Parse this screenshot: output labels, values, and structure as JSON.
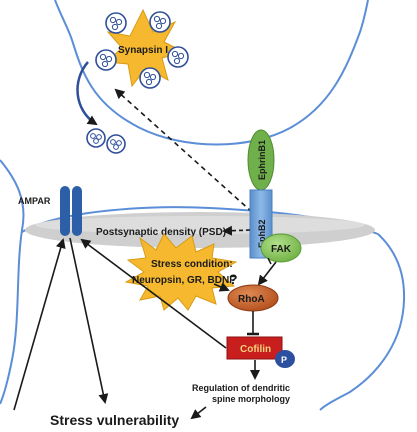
{
  "labels": {
    "synapsin": "Synapsin I",
    "ephrin": "EphrinB1",
    "ephb2": "EphB2",
    "ampar": "AMPAR",
    "psd": "Postsynaptic density (PSD)",
    "fak": "FAK",
    "stress_line1": "Stress condition:",
    "stress_line2": "Neuropsin, GR, BDNF",
    "stress_q": "?",
    "rhoa": "RhoA",
    "cofilin": "Cofilin",
    "phospho": "P",
    "regulation_line1": "Regulation of dendritic",
    "regulation_line2": "spine morphology",
    "stress_vulnerability": "Stress vulnerability"
  },
  "colors": {
    "membrane": "#5b8ed6",
    "vesicle_stroke": "#2f4f9a",
    "star_fill": "#f5b82e",
    "ephrin_fill": "#6fb04a",
    "ephb2_fill": "#6fa3d8",
    "ampar_fill": "#2d5fa8",
    "psd_fill": "#c8c8c8",
    "fak_fill": "#86c95a",
    "rhoa_fill": "#c8622a",
    "cofilin_fill": "#c81e1e",
    "phospho_fill": "#2d4fa0"
  }
}
